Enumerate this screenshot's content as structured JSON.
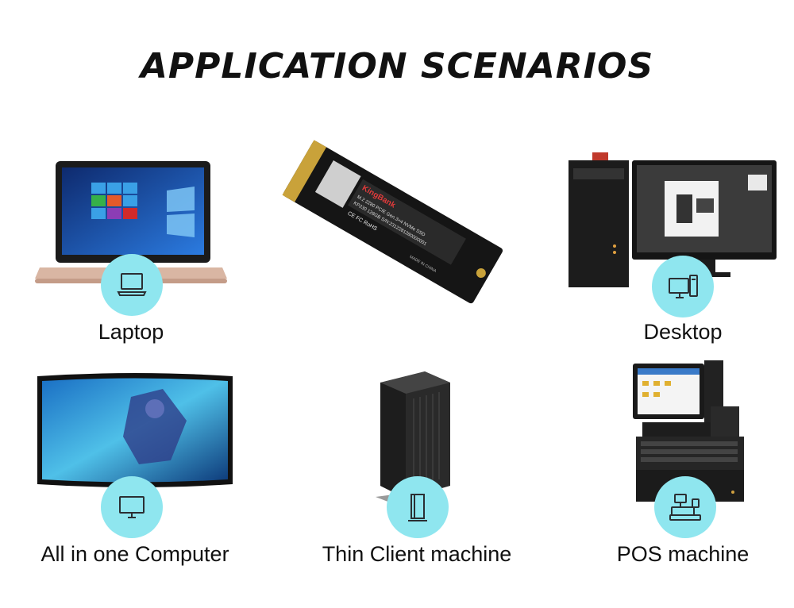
{
  "title": "APPLICATION SCENARIOS",
  "ssd": {
    "brand": "KingBank",
    "line1": "M.2 2280 PCIE Gen.3×4 NVMe SSD",
    "line2": "KP230 128GB S/N:2312281280000001",
    "marks": "CE FC RoHS",
    "made": "MADE IN CHINA"
  },
  "scenarios": [
    {
      "label": "Laptop",
      "icon": "laptop-icon"
    },
    {
      "label": "Desktop",
      "icon": "desktop-icon"
    },
    {
      "label": "All in one Computer",
      "icon": "monitor-icon"
    },
    {
      "label": "Thin Client machine",
      "icon": "tower-icon"
    },
    {
      "label": "POS machine",
      "icon": "pos-icon"
    }
  ],
  "colors": {
    "badge": "#8fe6ef",
    "icon_stroke": "#2b2f33"
  }
}
